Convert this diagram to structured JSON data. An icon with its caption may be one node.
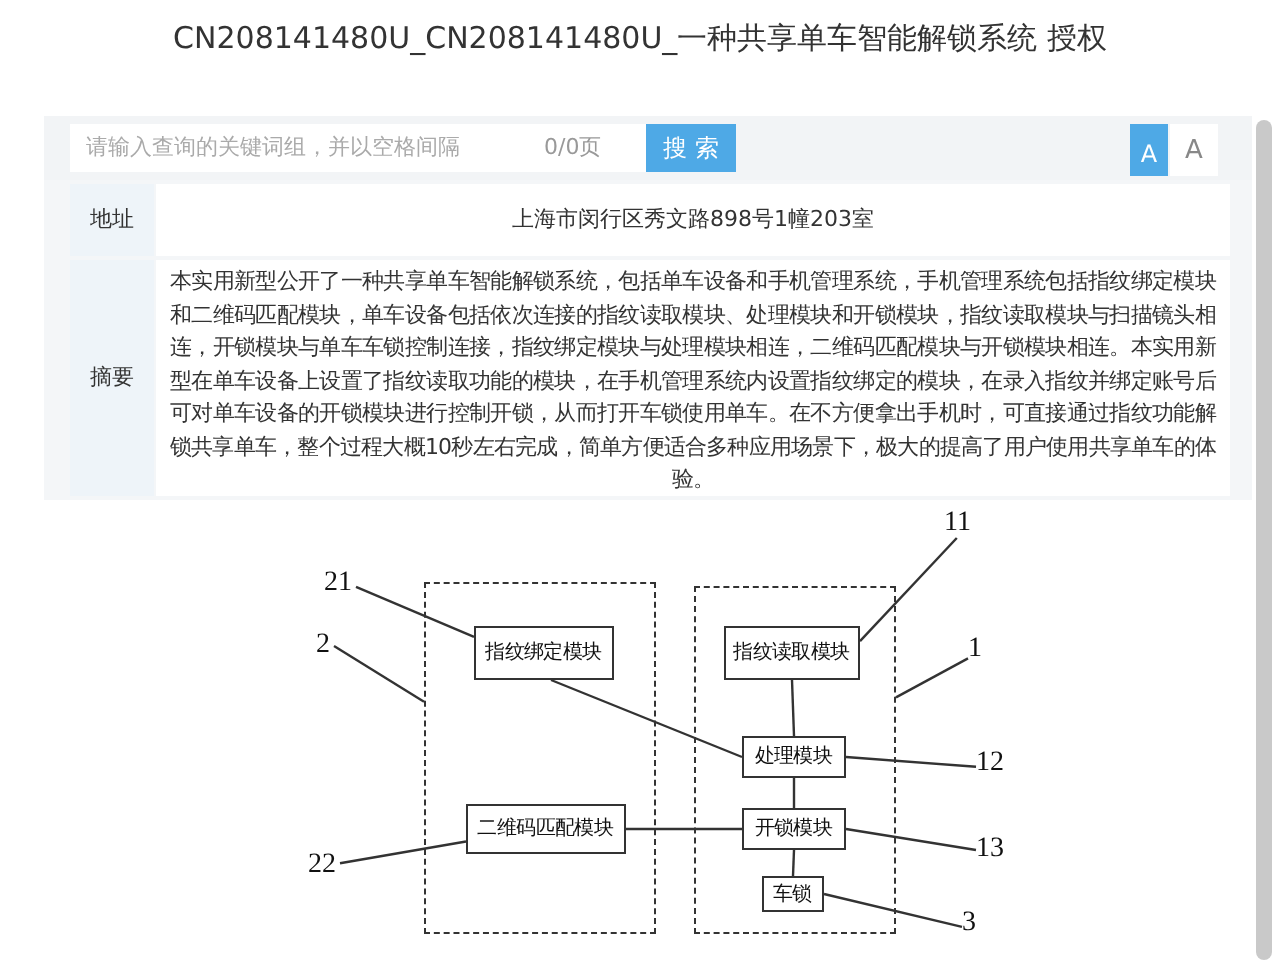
{
  "diagram": {
    "title": "CN208141480U_CN208141480U_一种共享单车智能解锁系统 授权",
    "nodes": [
      {
        "text": [],
        "shape": "box"
      },
      {
        "text": [
          "指纹绑定模块"
        ],
        "in": 0
      },
      {
        "text": [
          "二维码匹配模块"
        ],
        "in": 0
      },
      {
        "text": [],
        "shape": "box"
      },
      {
        "text": [
          "指纹读取模块"
        ],
        "in": 3
      },
      {
        "text": [
          "处理模块"
        ],
        "in": 3
      },
      {
        "text": [
          "开锁模块"
        ],
        "in": 3
      },
      {
        "text": [
          "车锁"
        ],
        "in": 3
      },
      {
        "text": [
          "21"
        ]
      },
      {
        "text": [
          "2"
        ]
      },
      {
        "text": [
          "22"
        ]
      },
      {
        "text": [
          "11"
        ]
      },
      {
        "text": [
          "1"
        ]
      },
      {
        "text": [
          "12"
        ]
      },
      {
        "text": [
          "13"
        ]
      },
      {
        "text": [
          "3"
        ]
      }
    ],
    "edges": [
      {
        "from": 4,
        "to": 5,
        "arrow": "none"
      },
      {
        "from": 5,
        "to": 6,
        "arrow": "none"
      },
      {
        "from": 6,
        "to": 7,
        "arrow": "none"
      },
      {
        "from": 1,
        "to": 5,
        "arrow": "none"
      },
      {
        "from": 2,
        "to": 6,
        "arrow": "none"
      },
      {
        "from": 8,
        "to": 1,
        "arrow": "none"
      },
      {
        "from": 9,
        "to": 0,
        "arrow": "none"
      },
      {
        "from": 10,
        "to": 2,
        "arrow": "none"
      },
      {
        "from": 11,
        "to": 4,
        "arrow": "none"
      },
      {
        "from": 12,
        "to": 3,
        "arrow": "none"
      },
      {
        "from": 13,
        "to": 5,
        "arrow": "none"
      },
      {
        "from": 14,
        "to": 6,
        "arrow": "none"
      },
      {
        "from": 15,
        "to": 7,
        "arrow": "none"
      }
    ],
    "labels": [
      "请输入查询的关键词组，并以空格间隔",
      "0/0页",
      "搜 索",
      "A",
      "A",
      "地址",
      "上海市闵行区秀文路898号1幢203室",
      "摘要",
      "本实用新型公开了一种共享单车智能解锁系统，包括单车设备和手机管理系统，手机管理系统包括指纹绑定模块和二维码匹配模块，单车设备包括依次连接的指纹读取模块、处理模块和开锁模块，指纹读取模块与扫描镜头相连，开锁模块与单车车锁控制连接，指纹绑定模块与处理模块相连，二维码匹配模块与开锁模块相连。本实用新型在单车设备上设置了指纹读取功能的模块，在手机管理系统内设置指纹绑定的模块，在录入指纹并绑定账号后可对单车设备的开锁模块进行控制开锁，从而打开车锁使用单车。在不方便拿出手机时，可直接通过指纹功能解锁共享单车，整个过程大概10秒左右完成，简单方便适合多种应用场景下，极大的提高了用户使用共享单车的体验。"
    ]
  }
}
